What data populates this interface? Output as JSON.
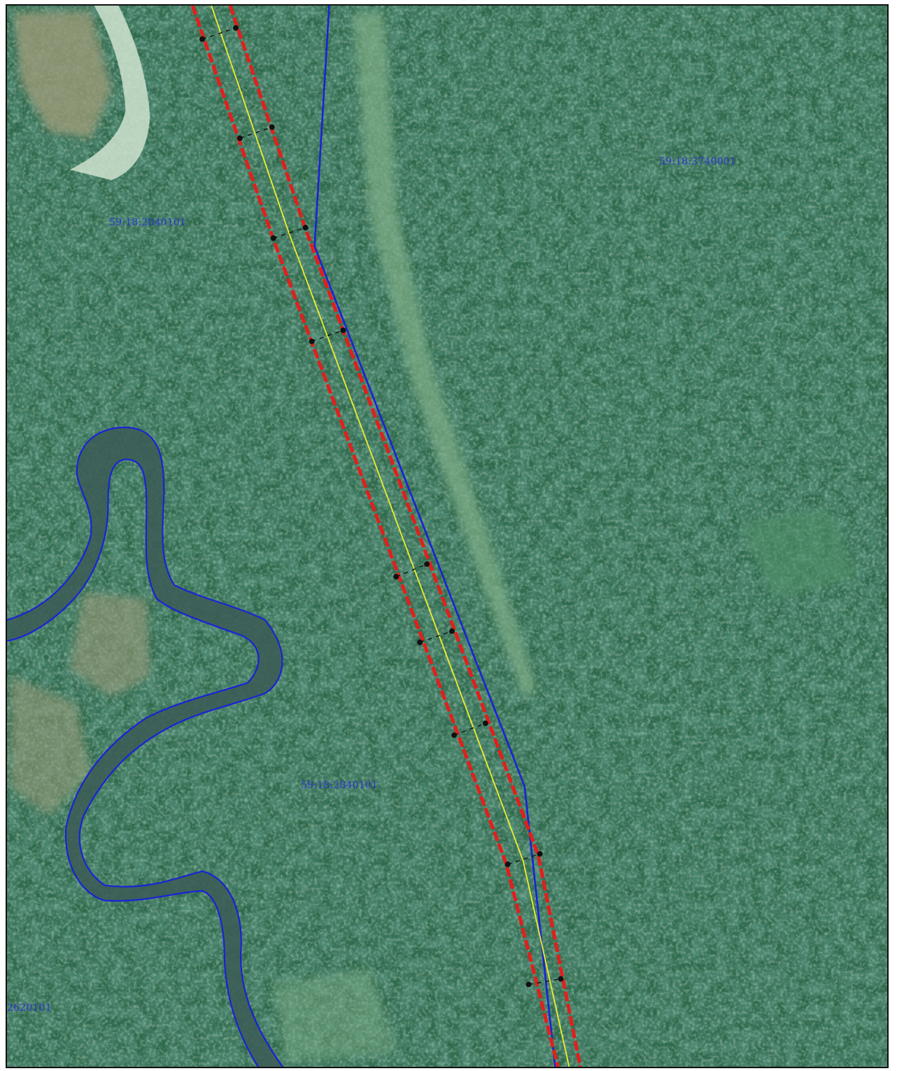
{
  "map": {
    "labels": [
      {
        "id": "label-parcel-a",
        "text": "59:18:3740001"
      },
      {
        "id": "label-parcel-b",
        "text": "59:18:2840101"
      },
      {
        "id": "label-parcel-c",
        "text": "59:18:2840101"
      },
      {
        "id": "label-parcel-d",
        "text": "2620101"
      }
    ],
    "colors": {
      "forest_base": "#2f6a4e",
      "forest_light": "#4f8f68",
      "forest_dark": "#1c3f35",
      "clearing": "#7fae86",
      "meadow": "#9b9a78",
      "road": "#cfe3cf",
      "river_water": "#3c5d57",
      "boundary_blue": "#1a22d8",
      "corridor_red": "#e0201c",
      "centerline_yellow": "#f2ee2a",
      "marker_black": "#111111",
      "label_blue": "#2a35cc"
    }
  }
}
